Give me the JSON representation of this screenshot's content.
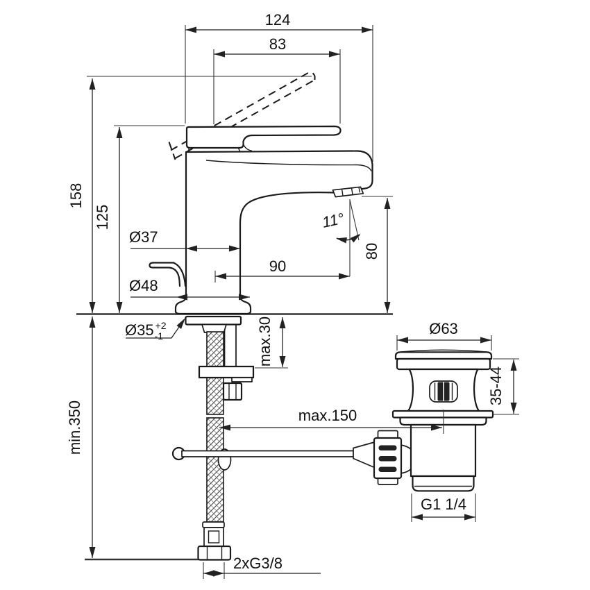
{
  "drawing": {
    "type": "technical-dimension-drawing",
    "subject": "single-lever basin mixer with pop-up waste",
    "colors": {
      "background": "#ffffff",
      "object_line": "#1a1a1a",
      "dimension_line": "#222222"
    },
    "labels": {
      "total_width": "124",
      "handle_reach": "83",
      "total_height": "158",
      "height_to_handle": "125",
      "body_diameter": "Ø37",
      "base_diameter": "Ø48",
      "hole_diameter": "Ø35",
      "hole_tolerance_plus": "+2",
      "hole_tolerance_minus": "-1",
      "spray_angle": "11°",
      "spout_height": "80",
      "spout_reach": "90",
      "max_deck_thickness": "max.30",
      "min_hose_length": "min.350",
      "max_rod_reach": "max.150",
      "waste_cap_diameter": "Ø63",
      "waste_height_range": "35-44",
      "waste_thread": "G1 1/4",
      "supply_thread": "2xG3/8"
    }
  }
}
